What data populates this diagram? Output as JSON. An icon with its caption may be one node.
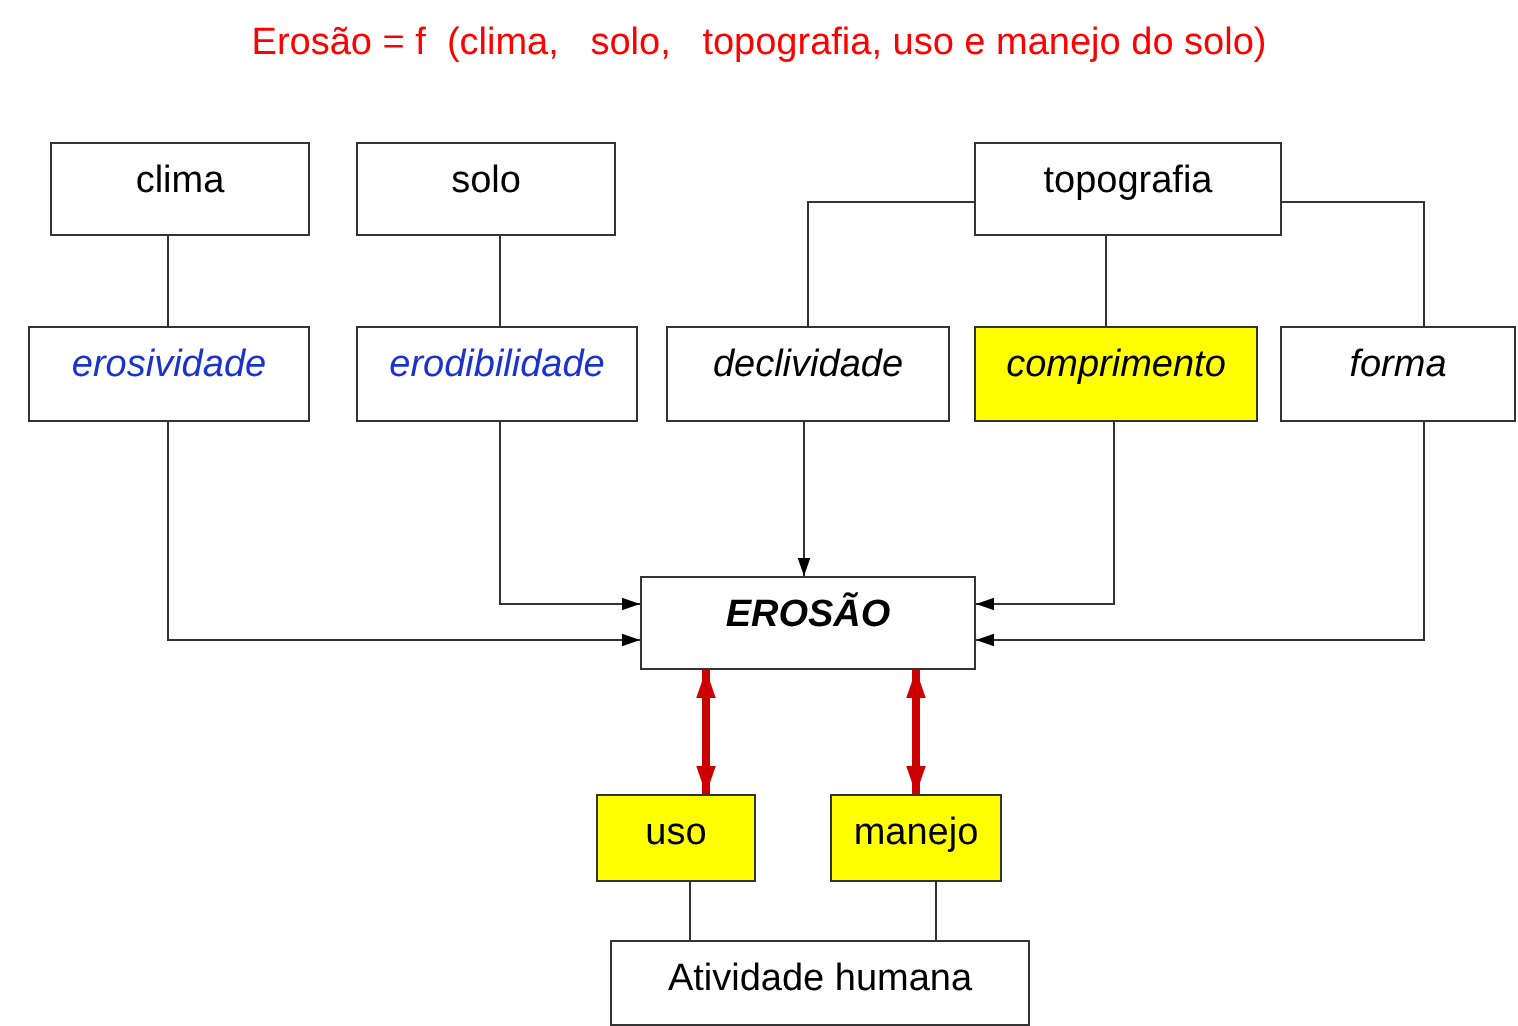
{
  "diagram": {
    "title": "Erosão = f  (clima,   solo,   topografia, uso e manejo do solo)",
    "nodes": [
      {
        "text": [
          "clima"
        ]
      },
      {
        "text": [
          "solo"
        ]
      },
      {
        "text": [
          "topografia"
        ]
      },
      {
        "text": [
          "erosividade"
        ]
      },
      {
        "text": [
          "erodibilidade"
        ]
      },
      {
        "text": [
          "declividade"
        ]
      },
      {
        "text": [
          "comprimento"
        ]
      },
      {
        "text": [
          "forma"
        ]
      },
      {
        "text": [
          "EROSÃO"
        ]
      },
      {
        "text": [
          "uso"
        ]
      },
      {
        "text": [
          "manejo"
        ]
      },
      {
        "text": [
          "Atividade humana"
        ]
      }
    ],
    "edges": [
      {
        "from": 0,
        "to": 3,
        "arrow": "none"
      },
      {
        "from": 1,
        "to": 4,
        "arrow": "none"
      },
      {
        "from": 2,
        "to": 5,
        "arrow": "none"
      },
      {
        "from": 2,
        "to": 6,
        "arrow": "none"
      },
      {
        "from": 2,
        "to": 7,
        "arrow": "none"
      },
      {
        "from": 3,
        "to": 8,
        "arrow": "to"
      },
      {
        "from": 4,
        "to": 8,
        "arrow": "to"
      },
      {
        "from": 5,
        "to": 8,
        "arrow": "to"
      },
      {
        "from": 6,
        "to": 8,
        "arrow": "to"
      },
      {
        "from": 7,
        "to": 8,
        "arrow": "to"
      },
      {
        "from": 8,
        "to": 9,
        "arrow": "both",
        "style": "thick",
        "color": "#cc0000"
      },
      {
        "from": 8,
        "to": 10,
        "arrow": "both",
        "style": "thick",
        "color": "#cc0000"
      },
      {
        "from": 9,
        "to": 11,
        "arrow": "none"
      },
      {
        "from": 10,
        "to": 11,
        "arrow": "none"
      }
    ]
  }
}
